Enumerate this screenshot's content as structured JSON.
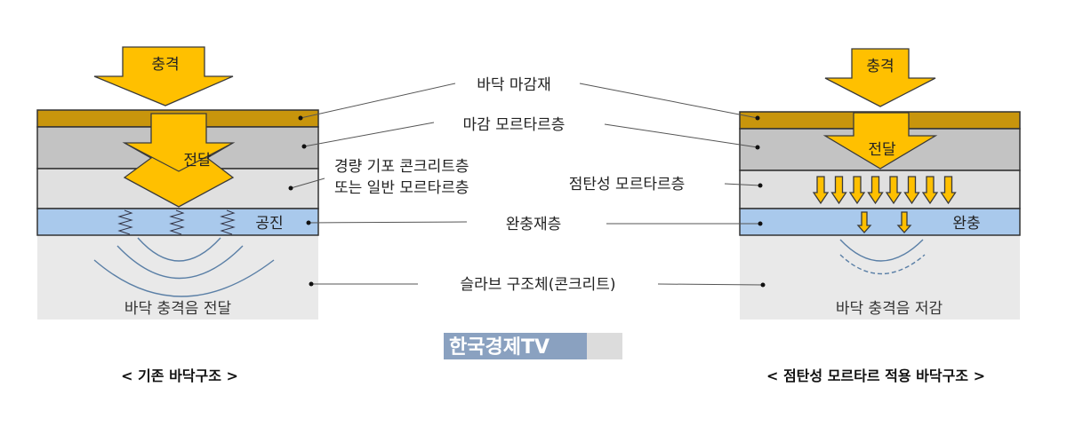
{
  "colors": {
    "finish": "#c8950c",
    "mortar": "#c3c3c3",
    "concrete_layer": "#e0e0e0",
    "buffer": "#a9c9ec",
    "slab": "#e9e9e9",
    "arrow": "#ffc000",
    "watermark": "#8aa1c0"
  },
  "left": {
    "impact": "충격",
    "transfer": "전달",
    "resonance": "공진",
    "caption": "바닥 충격음 전달",
    "title": "< 기존 바닥구조 >"
  },
  "right": {
    "impact": "충격",
    "transfer": "전달",
    "buffer": "완충",
    "caption": "바닥 충격음 저감",
    "title": "< 점탄성 모르타르 적용 바닥구조 >"
  },
  "labels": {
    "floor_finish": "바닥 마감재",
    "finish_mortar": "마감 모르타르층",
    "light_concrete_1": "경량 기포 콘크리트층",
    "light_concrete_2": "또는 일반 모르타르층",
    "viscoelastic": "점탄성 모르타르층",
    "buffer_layer": "완충재층",
    "slab": "슬라브 구조체(콘크리트)"
  },
  "watermark": "한국경제TV"
}
